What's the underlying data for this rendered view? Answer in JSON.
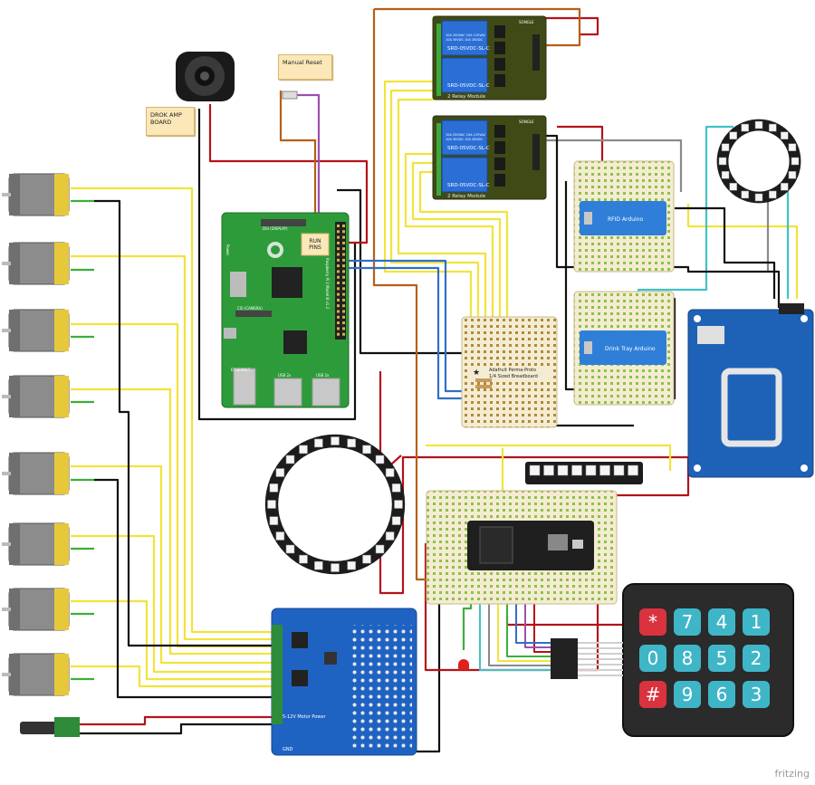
{
  "notes": {
    "manual_reset": "Manual Reset",
    "drok_amp": "DROK AMP\nBOARD"
  },
  "labels": {
    "run_pins": "RUN\nPINS",
    "rfid_arduino": "RFID Arduino",
    "drink_tray_arduino": "Drink Tray Arduino",
    "relay_brand": "SONGLE",
    "relay_model": "SRD-05VDC-SL-C",
    "relay_module": "2 Relay Module",
    "relay_rating_1": "10A 250VAC 10A 125VAC",
    "relay_rating_2": "10A 30VDC 10A 28VDC",
    "perma_proto": "Adafruit Perma-Proto\n1/4 Sized Breadboard",
    "motor_power": "5-12V Motor Power",
    "gnd": "GND",
    "rpi_model": "Raspberry Pi 2 Model B v1.2",
    "ethernet": "ETHERNET",
    "usb": "USB 2x",
    "dsi": "DSI (DISPLAY)",
    "csi": "CSI (CAMERA)",
    "power": "Power",
    "fritzing": "fritzing"
  },
  "keypad": {
    "keys": [
      [
        "*",
        "7",
        "4",
        "1"
      ],
      [
        "0",
        "8",
        "5",
        "2"
      ],
      [
        "#",
        "9",
        "6",
        "3"
      ]
    ],
    "colors": {
      "special": "#d9333f",
      "digit": "#3fb6c8",
      "body": "#2b2b2b"
    }
  },
  "colors": {
    "red": "#b5121b",
    "yellow": "#f2e33a",
    "green": "#3dae3a",
    "black": "#111111",
    "brown": "#b85e17",
    "blue": "#2f6fc8",
    "cyan": "#3fc3c7",
    "grey": "#8a8a8a",
    "pcb_green": "#2e9b3a",
    "relay_pcb": "#3f4a16",
    "relay_blue": "#2b6fd6",
    "adafruit_blue": "#1f63c2",
    "rfid_blue": "#1e62b8",
    "neopixel": "#1c1c1c"
  }
}
